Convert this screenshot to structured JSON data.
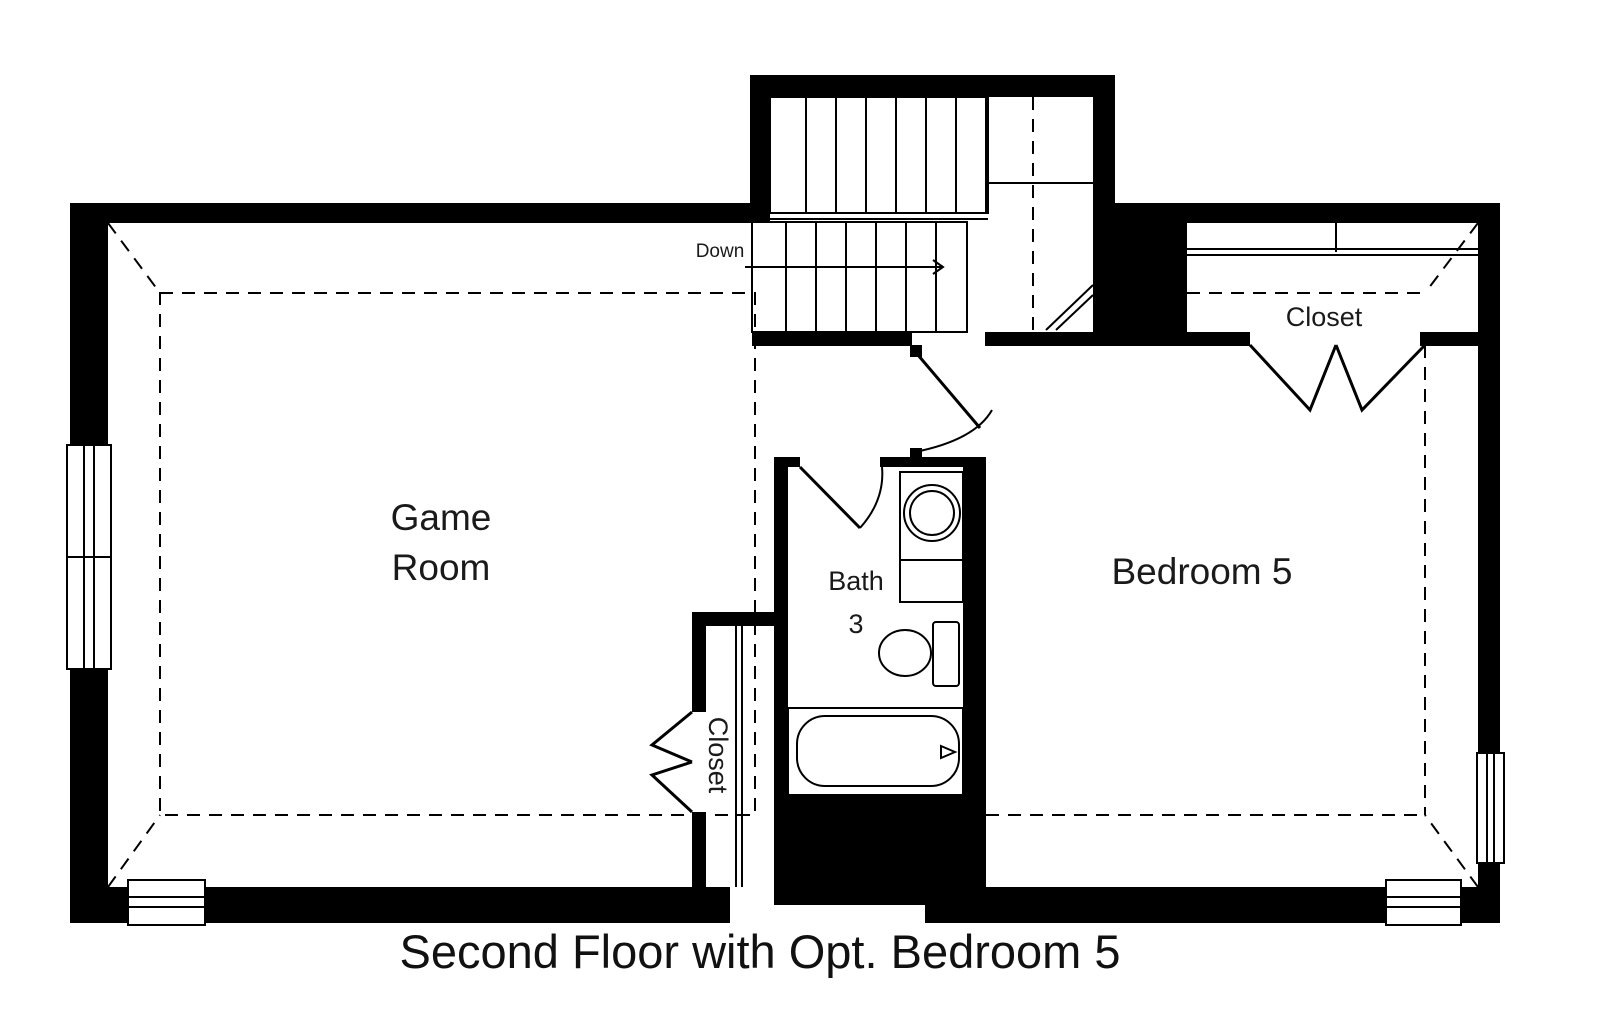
{
  "plan": {
    "title": "Second Floor with Opt. Bedroom 5",
    "rooms": {
      "game_room_line1": "Game",
      "game_room_line2": "Room",
      "bath_line1": "Bath",
      "bath_line2": "3",
      "bedroom": "Bedroom 5",
      "closet_top": "Closet",
      "closet_side": "Closet"
    },
    "stairs_label": "Down"
  }
}
